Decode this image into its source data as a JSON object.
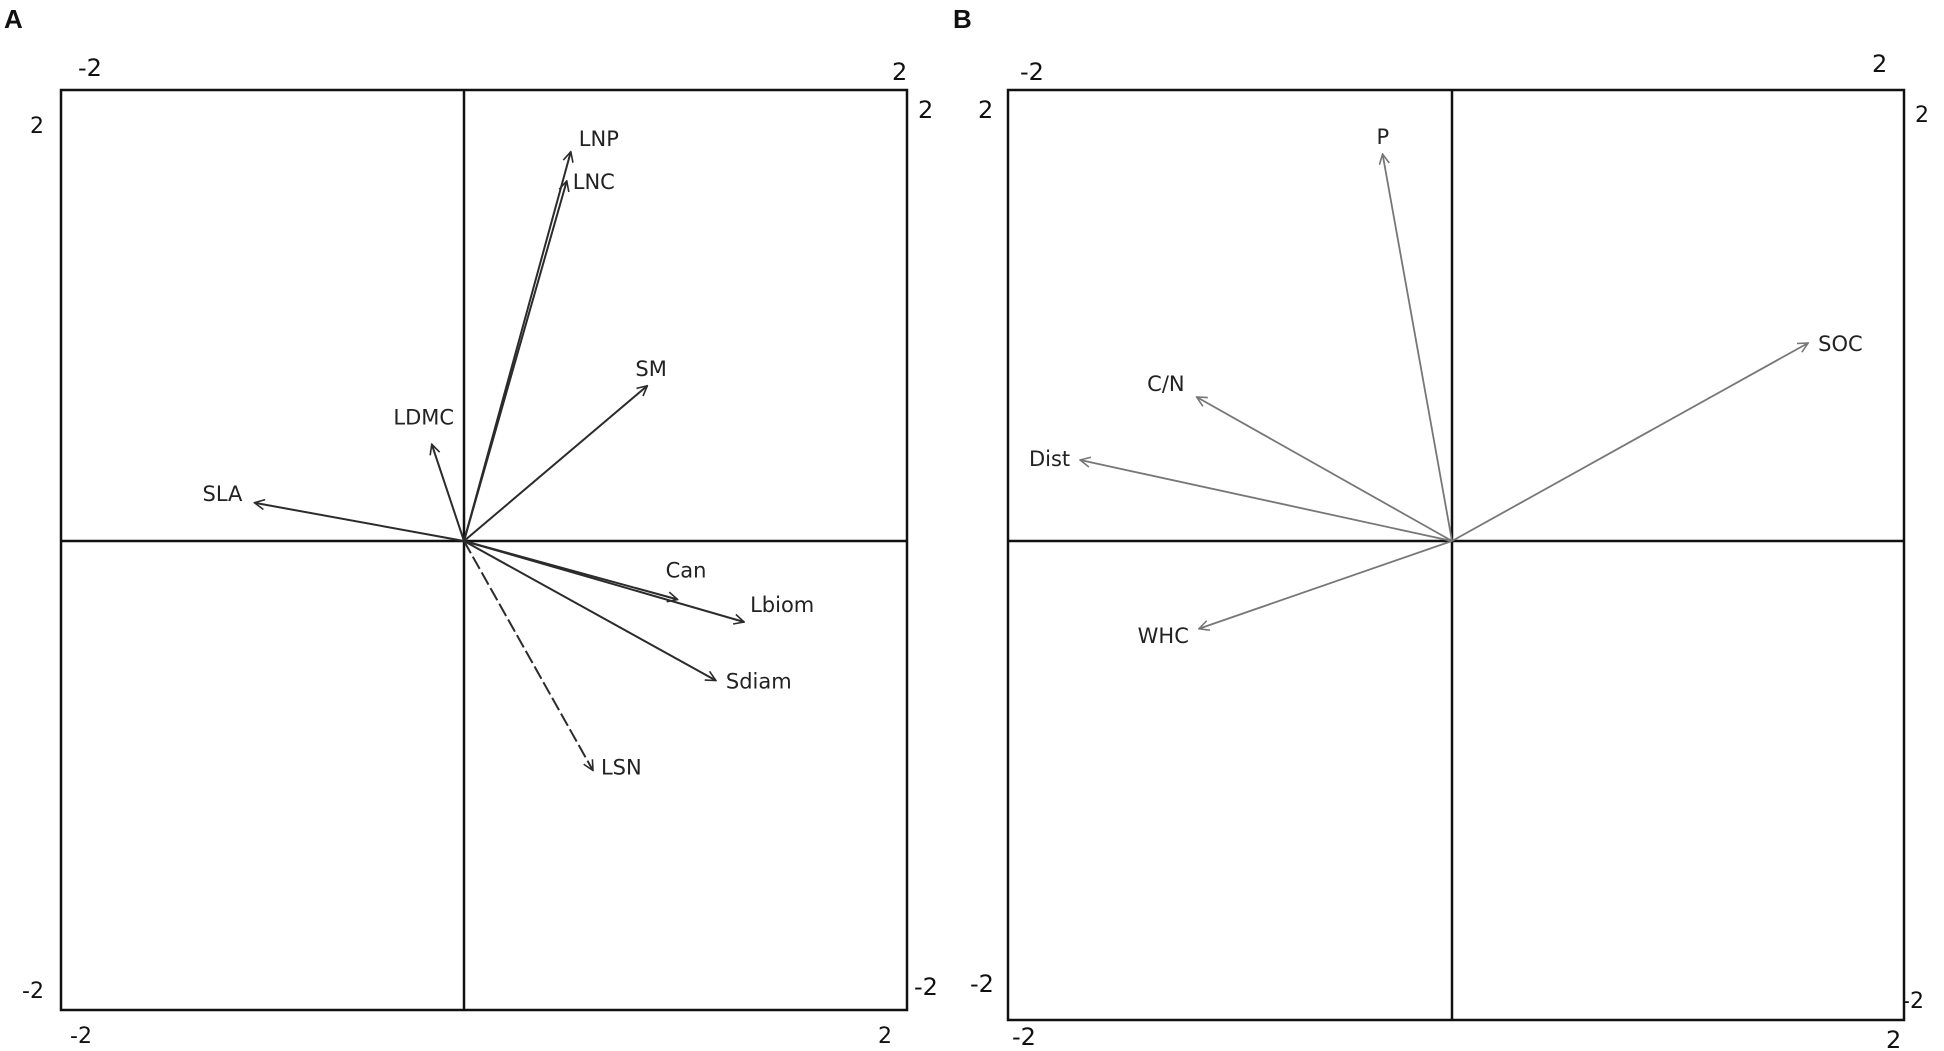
{
  "chart_data": [
    {
      "type": "biplot",
      "panel": "A",
      "xlim": [
        -2,
        2
      ],
      "ylim": [
        -2,
        2
      ],
      "tick_labels": {
        "top_left": "-2",
        "top_right": "2",
        "left_top": "2",
        "left_bottom": "-2",
        "right_top": "2",
        "right_bottom": "-2",
        "bottom_left": "-2",
        "bottom_right": "2"
      },
      "vectors": [
        {
          "name": "LNP",
          "x": 0.53,
          "y": 1.73
        },
        {
          "name": "LNC",
          "x": 0.51,
          "y": 1.6
        },
        {
          "name": "SM",
          "x": 0.91,
          "y": 0.69
        },
        {
          "name": "LDMC",
          "x": -0.16,
          "y": 0.43
        },
        {
          "name": "SLA",
          "x": -1.04,
          "y": 0.17
        },
        {
          "name": "Can",
          "x": 1.06,
          "y": -0.26
        },
        {
          "name": "Lbiom",
          "x": 1.39,
          "y": -0.36
        },
        {
          "name": "Sdiam",
          "x": 1.25,
          "y": -0.62
        },
        {
          "name": "LSN",
          "x": 0.64,
          "y": -1.02
        }
      ],
      "color": "#2b2b2b"
    },
    {
      "type": "biplot",
      "panel": "B",
      "xlim": [
        -2,
        2
      ],
      "ylim": [
        -2,
        2
      ],
      "tick_labels": {
        "top_left": "-2",
        "top_right": "2",
        "left_top": "2",
        "left_bottom": "-2",
        "right_top": "2",
        "right_bottom": "-2",
        "bottom_left": "-2",
        "bottom_right": "2"
      },
      "vectors": [
        {
          "name": "P",
          "x": -0.31,
          "y": 1.72
        },
        {
          "name": "SOC",
          "x": 1.59,
          "y": 0.88
        },
        {
          "name": "C/N",
          "x": -1.14,
          "y": 0.64
        },
        {
          "name": "Dist",
          "x": -1.66,
          "y": 0.36
        },
        {
          "name": "WHC",
          "x": -1.13,
          "y": -0.39
        }
      ],
      "color": "#777777"
    }
  ]
}
